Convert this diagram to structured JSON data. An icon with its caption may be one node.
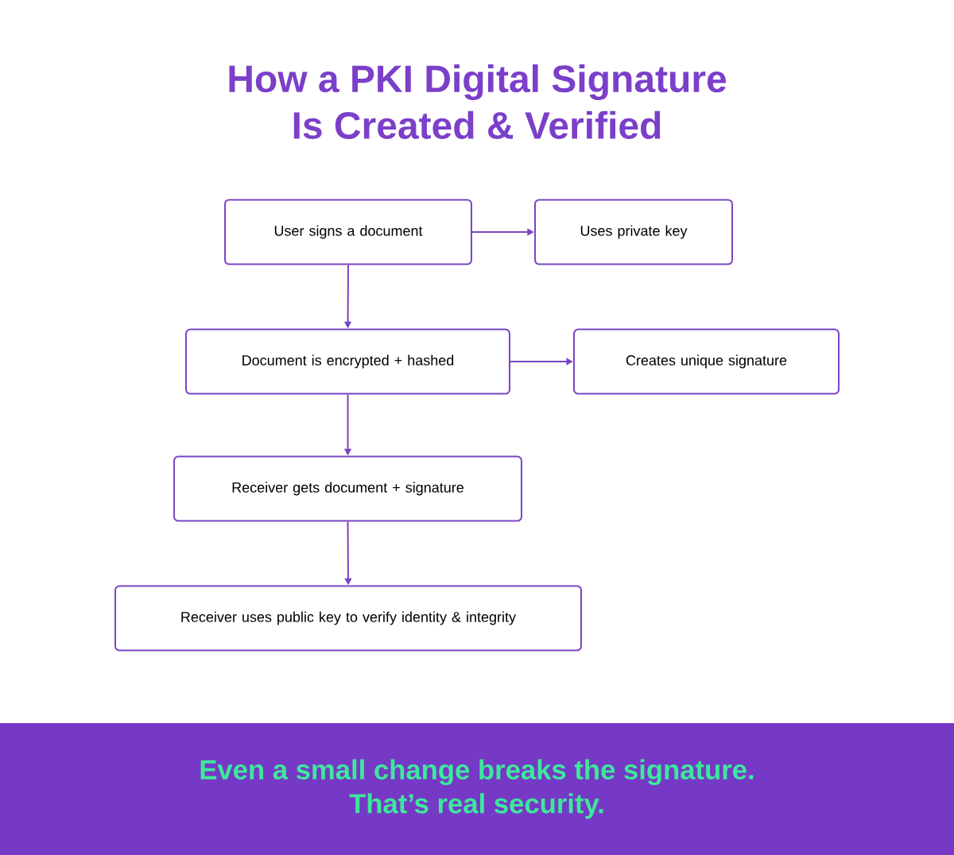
{
  "diagram": {
    "title": "How a PKI Digital Signature Is Created & Verified",
    "nodes": [
      {
        "text": [
          "User signs a document"
        ]
      },
      {
        "text": [
          "Uses private key"
        ]
      },
      {
        "text": [
          "Document is encrypted + hashed"
        ]
      },
      {
        "text": [
          "Creates unique signature"
        ]
      },
      {
        "text": [
          "Receiver gets document + signature"
        ]
      },
      {
        "text": [
          "Receiver uses public key to verify identity & integrity"
        ]
      },
      {
        "text": [
          "Even a small change breaks the signature. That’s real security."
        ]
      }
    ],
    "edges": [
      {
        "from": 0,
        "to": 1,
        "arrow": "to"
      },
      {
        "from": 0,
        "to": 2,
        "arrow": "to"
      },
      {
        "from": 2,
        "to": 3,
        "arrow": "to"
      },
      {
        "from": 2,
        "to": 4,
        "arrow": "to"
      },
      {
        "from": 4,
        "to": 5,
        "arrow": "to"
      }
    ]
  }
}
